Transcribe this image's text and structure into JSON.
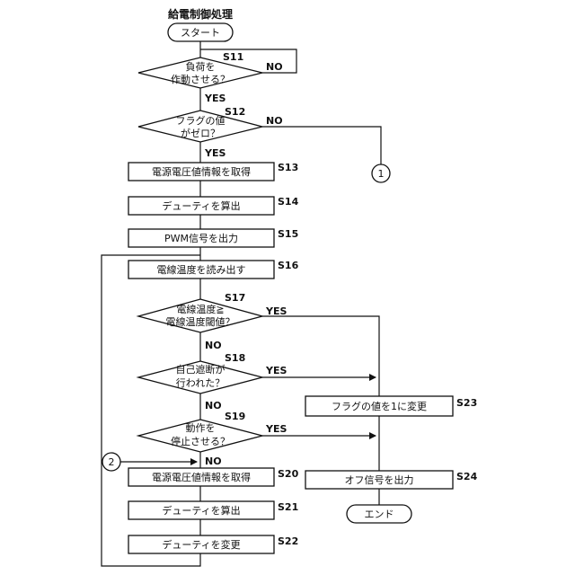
{
  "title": "給電制御処理",
  "start": "スタート",
  "end": "エンド",
  "yes": "YES",
  "no": "NO",
  "decisions": {
    "s11": {
      "step": "S11",
      "line1": "負荷を",
      "line2": "作動させる？"
    },
    "s12": {
      "step": "S12",
      "line1": "フラグの値",
      "line2": "がゼロ？"
    },
    "s17": {
      "step": "S17",
      "line1": "電線温度≧",
      "line2": "電線温度閾値？"
    },
    "s18": {
      "step": "S18",
      "line1": "自己遮断が",
      "line2": "行われた？"
    },
    "s19": {
      "step": "S19",
      "line1": "動作を",
      "line2": "停止させる？"
    }
  },
  "processes": {
    "s13": {
      "step": "S13",
      "text": "電源電圧値情報を取得"
    },
    "s14": {
      "step": "S14",
      "text": "デューティを算出"
    },
    "s15": {
      "step": "S15",
      "text": "PWM信号を出力"
    },
    "s16": {
      "step": "S16",
      "text": "電線温度を読み出す"
    },
    "s20": {
      "step": "S20",
      "text": "電源電圧値情報を取得"
    },
    "s21": {
      "step": "S21",
      "text": "デューティを算出"
    },
    "s22": {
      "step": "S22",
      "text": "デューティを変更"
    },
    "s23": {
      "step": "S23",
      "text": "フラグの値を1に変更"
    },
    "s24": {
      "step": "S24",
      "text": "オフ信号を出力"
    }
  },
  "connectors": {
    "c1": "1",
    "c2": "2"
  }
}
